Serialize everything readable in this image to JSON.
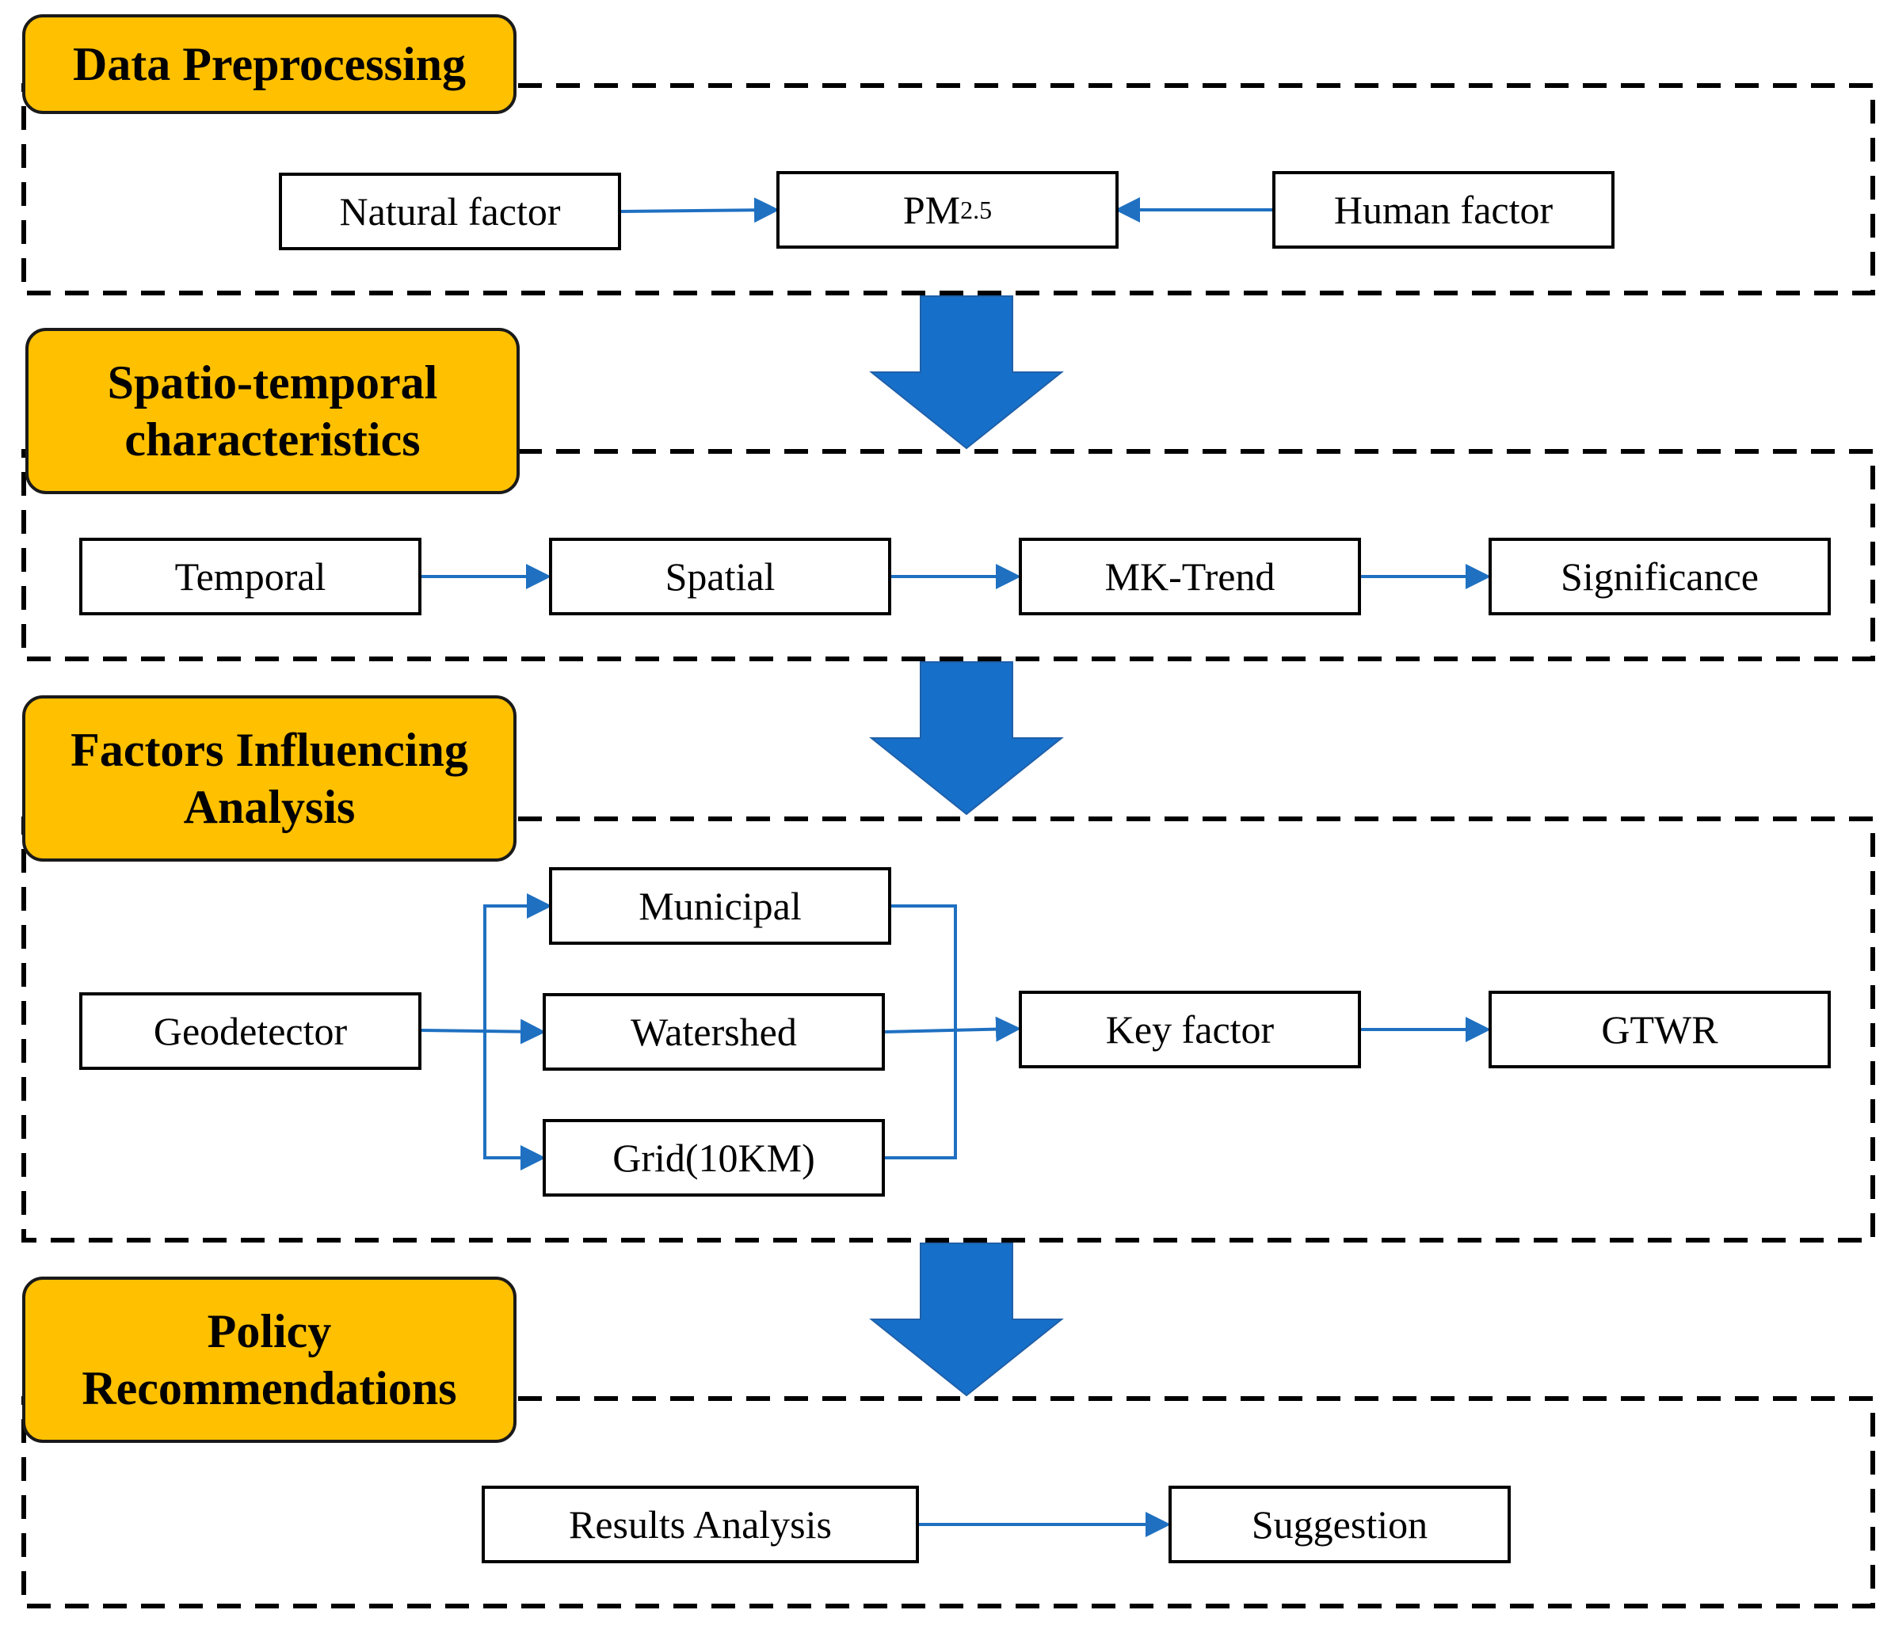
{
  "colors": {
    "stage_fill": "#FFC000",
    "arrow_blue": "#1F70C1",
    "big_arrow_blue": "#1670C9",
    "dash": "#000000"
  },
  "stages": [
    {
      "title": "Data Preprocessing",
      "nodes": {
        "natural": "Natural factor",
        "pm_main": "PM",
        "pm_sub": "2.5",
        "human": "Human factor"
      }
    },
    {
      "title": "Spatio-temporal\ncharacteristics",
      "nodes": {
        "temporal": "Temporal",
        "spatial": "Spatial",
        "mk": "MK-Trend",
        "significance": "Significance"
      }
    },
    {
      "title": "Factors Influencing\nAnalysis",
      "nodes": {
        "geodetector": "Geodetector",
        "municipal": "Municipal",
        "watershed": "Watershed",
        "grid": "Grid(10KM)",
        "key_factor": "Key factor",
        "gtwr": "GTWR"
      }
    },
    {
      "title": "Policy\nRecommendations",
      "nodes": {
        "results": "Results Analysis",
        "suggestion": "Suggestion"
      }
    }
  ]
}
